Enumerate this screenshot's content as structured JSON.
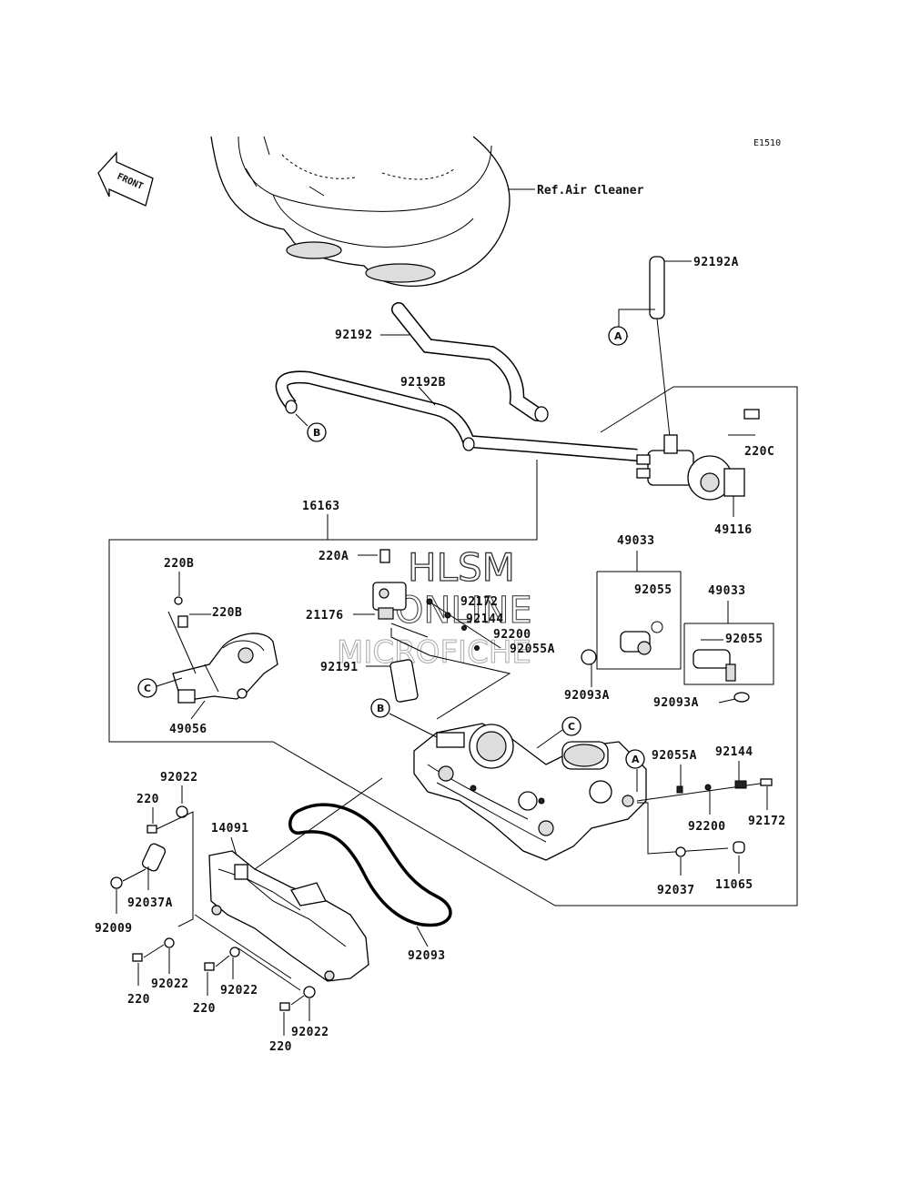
{
  "diagram_code": "E1510",
  "front_label": "FRONT",
  "reference_label": "Ref.Air Cleaner",
  "watermark": [
    "HLSM",
    "ONLINE",
    "MICROFICHE"
  ],
  "callouts": [
    "A",
    "B",
    "C"
  ],
  "part_numbers": {
    "p92192A": "92192A",
    "p92192": "92192",
    "p92192B": "92192B",
    "p220C": "220C",
    "p49116": "49116",
    "p16163": "16163",
    "p49033a": "49033",
    "p49033b": "49033",
    "p92055a": "92055",
    "p92055b": "92055",
    "p220A": "220A",
    "p220B1": "220B",
    "p220B2": "220B",
    "p21176": "21176",
    "p92172a": "92172",
    "p92144a": "92144",
    "p92200a": "92200",
    "p92055Aa": "92055A",
    "p92191": "92191",
    "p92093Aa": "92093A",
    "p92093Ab": "92093A",
    "p49056": "49056",
    "p92055Ab": "92055A",
    "p92144b": "92144",
    "p92200b": "92200",
    "p92172b": "92172",
    "p92037": "92037",
    "p11065": "11065",
    "p92022a": "92022",
    "p220a": "220",
    "p14091": "14091",
    "p92037A": "92037A",
    "p92009": "92009",
    "p92022b": "92022",
    "p220b": "220",
    "p92022c": "92022",
    "p220c": "220",
    "p92093": "92093",
    "p92022d": "92022",
    "p220d": "220"
  }
}
